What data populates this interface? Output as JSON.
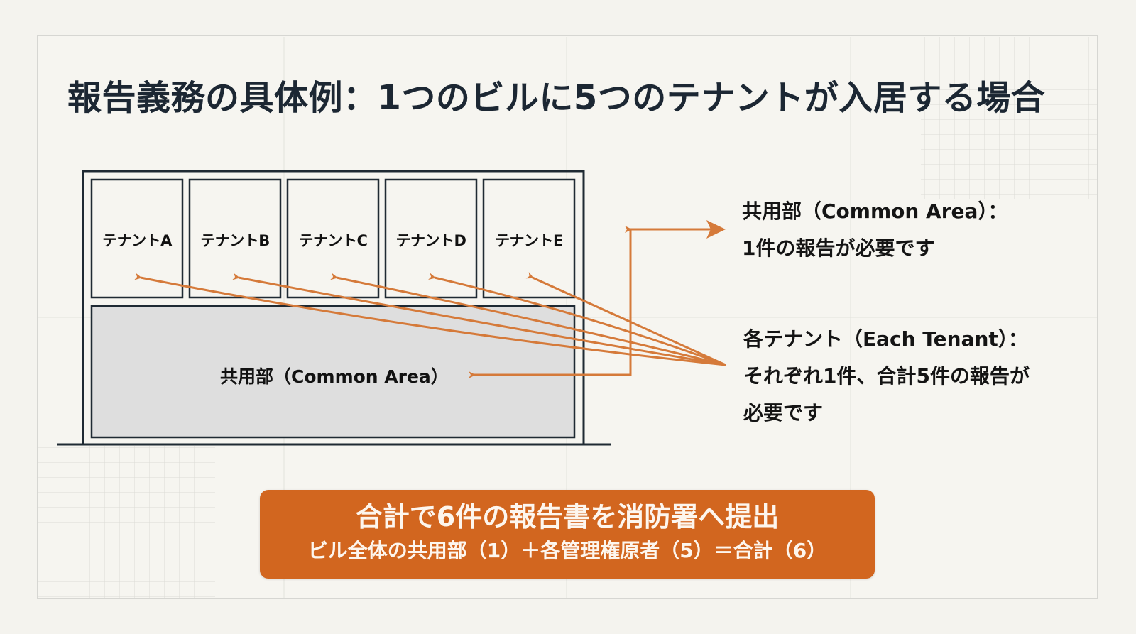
{
  "title": "報告義務の具体例：1つのビルに5つのテナントが入居する場合",
  "building": {
    "tenants": [
      {
        "label": "テナントA"
      },
      {
        "label": "テナントB"
      },
      {
        "label": "テナントC"
      },
      {
        "label": "テナントD"
      },
      {
        "label": "テナントE"
      }
    ],
    "common_area_label": "共用部（Common Area）"
  },
  "callouts": {
    "common": {
      "line1": "共用部（Common Area）：",
      "line2": "1件の報告が必要です"
    },
    "tenant": {
      "line1": "各テナント（Each Tenant）：",
      "line2": "それぞれ1件、合計5件の報告が",
      "line3": "必要です"
    }
  },
  "summary": {
    "main": "合計で6件の報告書を消防署へ提出",
    "sub": "ビル全体の共用部（1）＋各管理権原者（5）＝合計（6）"
  },
  "colors": {
    "accent_orange": "#d2661f",
    "arrow_orange": "#d57a3a",
    "outline_dark": "#1f2a33",
    "common_area_fill": "#dedede",
    "background": "#f4f3ee"
  }
}
